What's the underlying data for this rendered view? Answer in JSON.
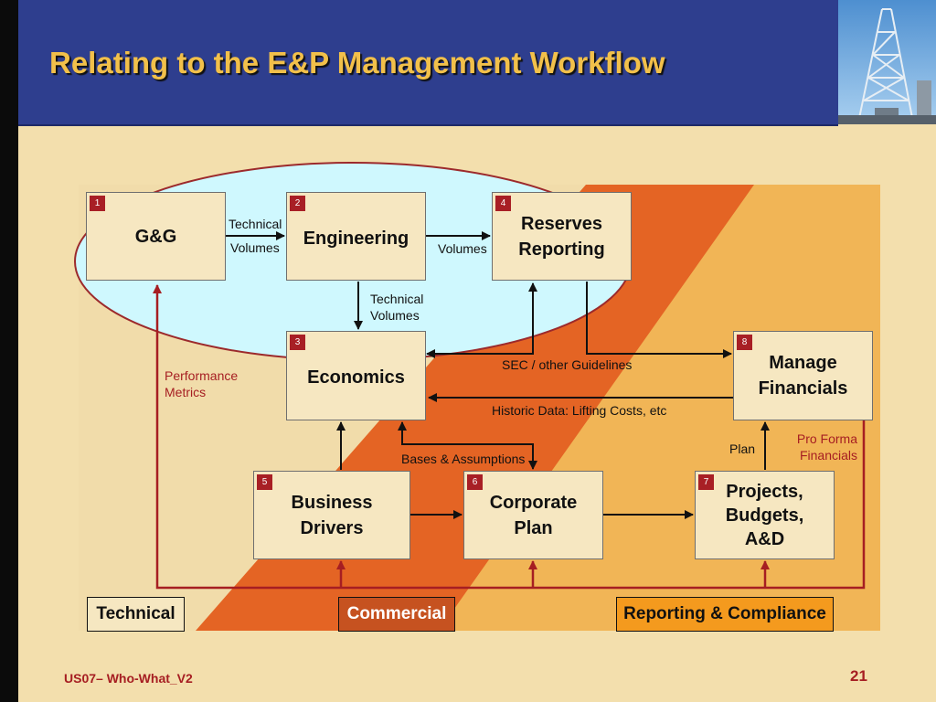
{
  "slide": {
    "title": "Relating to the E&P Management Workflow",
    "footer_text": "US07– Who-What_V2",
    "page_number": "21"
  },
  "boxes": {
    "gg": {
      "num": "1",
      "label": "G&G"
    },
    "engineering": {
      "num": "2",
      "label": "Engineering"
    },
    "economics": {
      "num": "3",
      "label": "Economics"
    },
    "reserves": {
      "num": "4",
      "label": "Reserves\nReporting"
    },
    "business": {
      "num": "5",
      "label": "Business\nDrivers"
    },
    "corporate": {
      "num": "6",
      "label": "Corporate\nPlan"
    },
    "projects": {
      "num": "7",
      "label": "Projects,\nBudgets,\nA&D"
    },
    "manage": {
      "num": "8",
      "label": "Manage\nFinancials"
    }
  },
  "connectors": {
    "gg_to_eng_top": "Technical",
    "gg_to_eng_bottom": "Volumes",
    "eng_to_reserves": "Volumes",
    "eng_to_econ": "Technical\nVolumes",
    "sec": "SEC / other Guidelines",
    "historic": "Historic Data: Lifting Costs, etc",
    "bases": "Bases & Assumptions",
    "plan": "Plan",
    "performance": "Performance\nMetrics",
    "pro_forma": "Pro Forma\nFinancials"
  },
  "legend": {
    "technical": "Technical",
    "commercial": "Commercial",
    "reporting": "Reporting & Compliance"
  },
  "colors": {
    "header_bg": "#2E3E8E",
    "title": "#F2C04A",
    "slide_bg": "#F3DFAD",
    "technical_zone": "#F1DCAA",
    "commercial_zone": "#E46424",
    "reporting_zone": "#F1B556",
    "ellipse_fill": "#CFF8FE",
    "box_fill": "#F6E7C1",
    "badge": "#A81F25",
    "feedback_line": "#A61E22"
  }
}
